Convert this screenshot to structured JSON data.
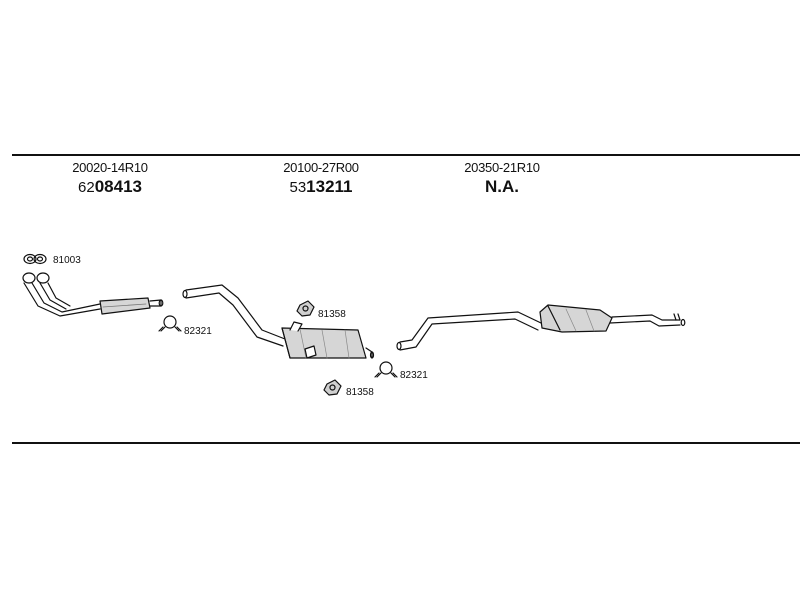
{
  "groups": [
    {
      "oe": "20020-14R10",
      "prefix": "62",
      "part": "08413"
    },
    {
      "oe": "20100-27R00",
      "prefix": "53",
      "part": "13211"
    },
    {
      "oe": "20350-21R10",
      "prefix": "",
      "part": "N.A."
    }
  ],
  "hardware": {
    "gasket_1": "81003",
    "clamp_1": "82321",
    "mount_top": "81358",
    "mount_bottom": "81358",
    "clamp_2": "82321"
  }
}
